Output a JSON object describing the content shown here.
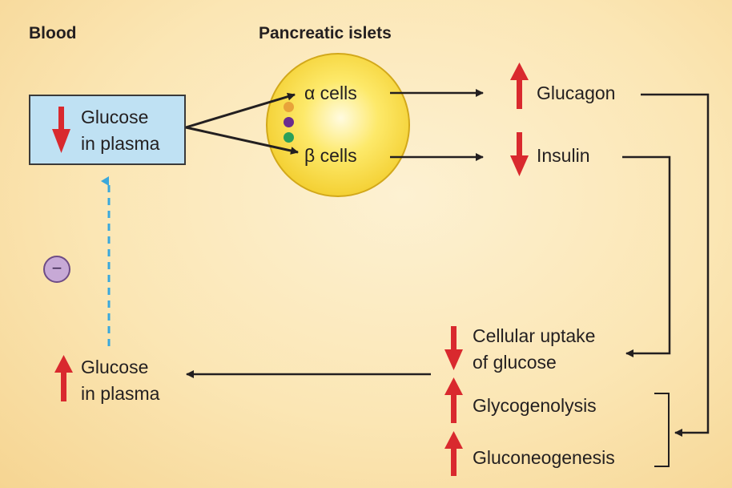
{
  "headings": {
    "blood": "Blood",
    "islets": "Pancreatic islets"
  },
  "blood_box": {
    "line1": "Glucose",
    "line2": "in plasma"
  },
  "islet": {
    "alpha": "α cells",
    "beta": "β cells"
  },
  "hormones": {
    "glucagon": "Glucagon",
    "insulin": "Insulin"
  },
  "effects": {
    "uptake_line1": "Cellular uptake",
    "uptake_line2": "of glucose",
    "glycogenolysis": "Glycogenolysis",
    "gluconeogenesis": "Gluconeogenesis"
  },
  "result": {
    "line1": "Glucose",
    "line2": "in plasma"
  },
  "feedback_symbol": "−",
  "colors": {
    "up_arrow": "#d9292e",
    "down_arrow": "#d9292e",
    "dashed_arrow": "#3aa8dc",
    "box_fill": "#bfe1f3",
    "dot_orange": "#e8a33a",
    "dot_purple": "#6a2c8e",
    "dot_green": "#2aa05a"
  },
  "icons": {
    "up": "red-up-arrow-icon",
    "down": "red-down-arrow-icon",
    "feedback": "minus-circle-icon"
  }
}
